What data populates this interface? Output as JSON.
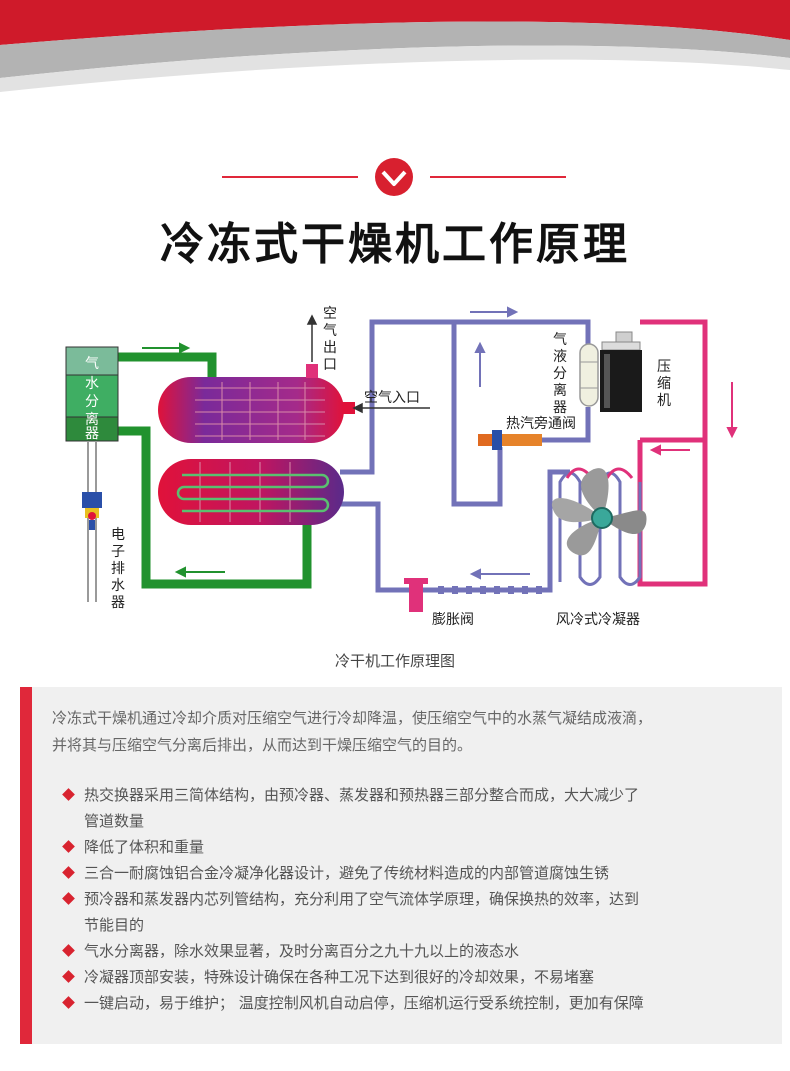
{
  "page": {
    "title": "冷冻式干燥机工作原理",
    "caption": "冷干机工作原理图"
  },
  "diagram": {
    "labels": {
      "air_outlet": [
        "空",
        "气",
        "出",
        "口"
      ],
      "air_inlet": "空气入口",
      "separator": [
        "气",
        "水",
        "分",
        "离",
        "器"
      ],
      "drain": [
        "电",
        "子",
        "排",
        "水",
        "器"
      ],
      "gas_liquid_separator": [
        "气",
        "液",
        "分",
        "离",
        "器"
      ],
      "compressor": [
        "压",
        "缩",
        "机"
      ],
      "hot_gas_valve": "热汽旁通阀",
      "expansion_valve": "膨胀阀",
      "condenser": "风冷式冷凝器"
    },
    "colors": {
      "green_pipe": "#21922e",
      "blue_pipe": "#7272b8",
      "pink_pipe": "#e0317a",
      "red_vessel": "#e0123a",
      "purple_vessel": "#7a2a9a"
    }
  },
  "intro": [
    "冷冻式干燥机通过冷却介质对压缩空气进行冷却降温，使压缩空气中的水蒸气凝结成液滴，",
    "并将其与压缩空气分离后排出，从而达到干燥压缩空气的目的。"
  ],
  "features": [
    [
      "热交换器采用三简体结构，由预冷器、蒸发器和预热器三部分整合而成，大大减少了",
      "管道数量"
    ],
    [
      "降低了体积和重量"
    ],
    [
      "三合一耐腐蚀铝合金冷凝净化器设计，避免了传统材料造成的内部管道腐蚀生锈"
    ],
    [
      "预冷器和蒸发器内芯列管结构，充分利用了空气流体学原理，确保换热的效率，达到",
      "节能目的"
    ],
    [
      "气水分离器，除水效果显著，及时分离百分之九十九以上的液态水"
    ],
    [
      "冷凝器顶部安装，特殊设计确保在各种工况下达到很好的冷却效果，不易堵塞"
    ],
    [
      "一键启动，易于维护；  温度控制风机自动启停，压缩机运行受系统控制，更加有保障"
    ]
  ],
  "accent_color": "#e0283a"
}
